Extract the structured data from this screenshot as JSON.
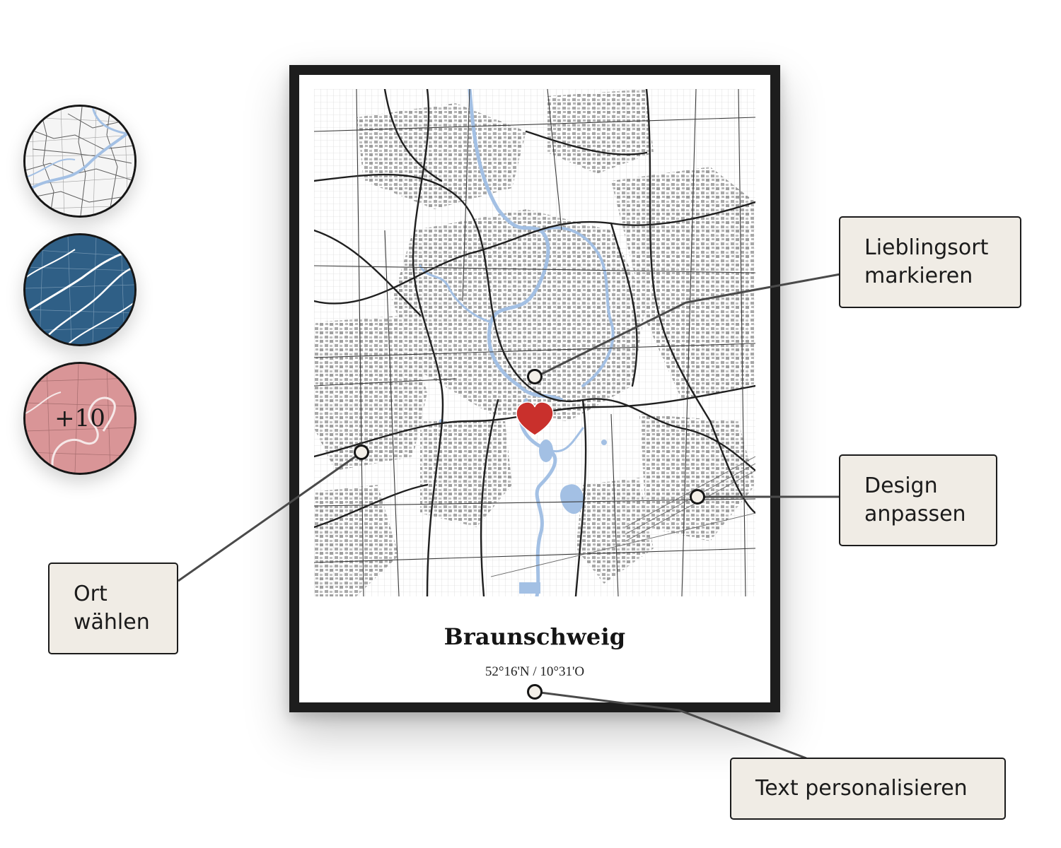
{
  "poster": {
    "city": "Braunschweig",
    "coordinates": "52°16'N / 10°31'O",
    "marker": "heart-icon",
    "colors": {
      "frame": "#1d1d1d",
      "road": "#222222",
      "water": "#a3c0e4",
      "heart": "#c9302c",
      "building": "#8c8c8c"
    }
  },
  "styles": {
    "options": [
      {
        "name": "classic",
        "color": "#f4f4f4"
      },
      {
        "name": "blue",
        "color": "#2f5f86"
      },
      {
        "name": "rose",
        "color": "#d99597"
      }
    ],
    "more_label": "+10"
  },
  "callouts": {
    "favorite_place": {
      "line1": "Lieblingsort",
      "line2": "markieren"
    },
    "design": {
      "line1": "Design",
      "line2": "anpassen"
    },
    "location": {
      "line1": "Ort",
      "line2": "wählen"
    },
    "text": {
      "line1": "Text personalisieren"
    }
  }
}
